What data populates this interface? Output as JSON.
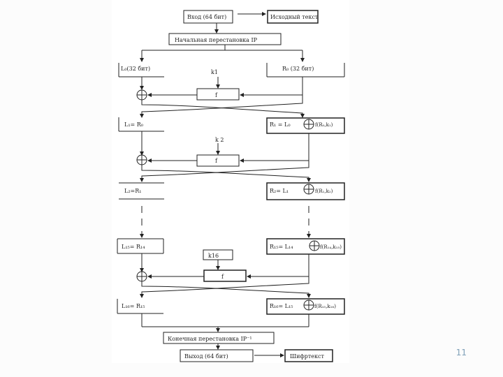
{
  "diagram": {
    "input_label": "Вход (64 бит)",
    "plaintext_label": "Исходный текст",
    "initial_perm_label": "Начальная перестановка IP",
    "l0_label": "L₀(32 бит)",
    "r0_label": "R₀ (32 бит)",
    "k1_label": "k1",
    "k2_label": "k 2",
    "k16_label": "k16",
    "f_label_1": "f",
    "f_label_2": "f",
    "f_label_16": "f",
    "l1_label": "L₁= R₀",
    "r1_label": "R₁ = L₀",
    "r1_f_label": "f(R₀,k₁)",
    "l2_label": "L₂=R₁",
    "r2_label": "R₂= L₁",
    "r2_f_label": "f(R₁,k₂)",
    "l15_label": "L₁₅= R₁₄",
    "r15_label": "R₁₅= L₁₄",
    "r15_f_label": "f(R₁₄,k₁₅)",
    "l16_label": "L₁₆= R₁₅",
    "r16_label": "R₁₆= L₁₅",
    "r16_f_label": "f(R₁₅,k₁₆)",
    "final_perm_label": "Конечная перестановка IP⁻¹",
    "output_label": "Выход (64 бит)",
    "ciphertext_label": "Шифртекст"
  },
  "page_number": "11"
}
